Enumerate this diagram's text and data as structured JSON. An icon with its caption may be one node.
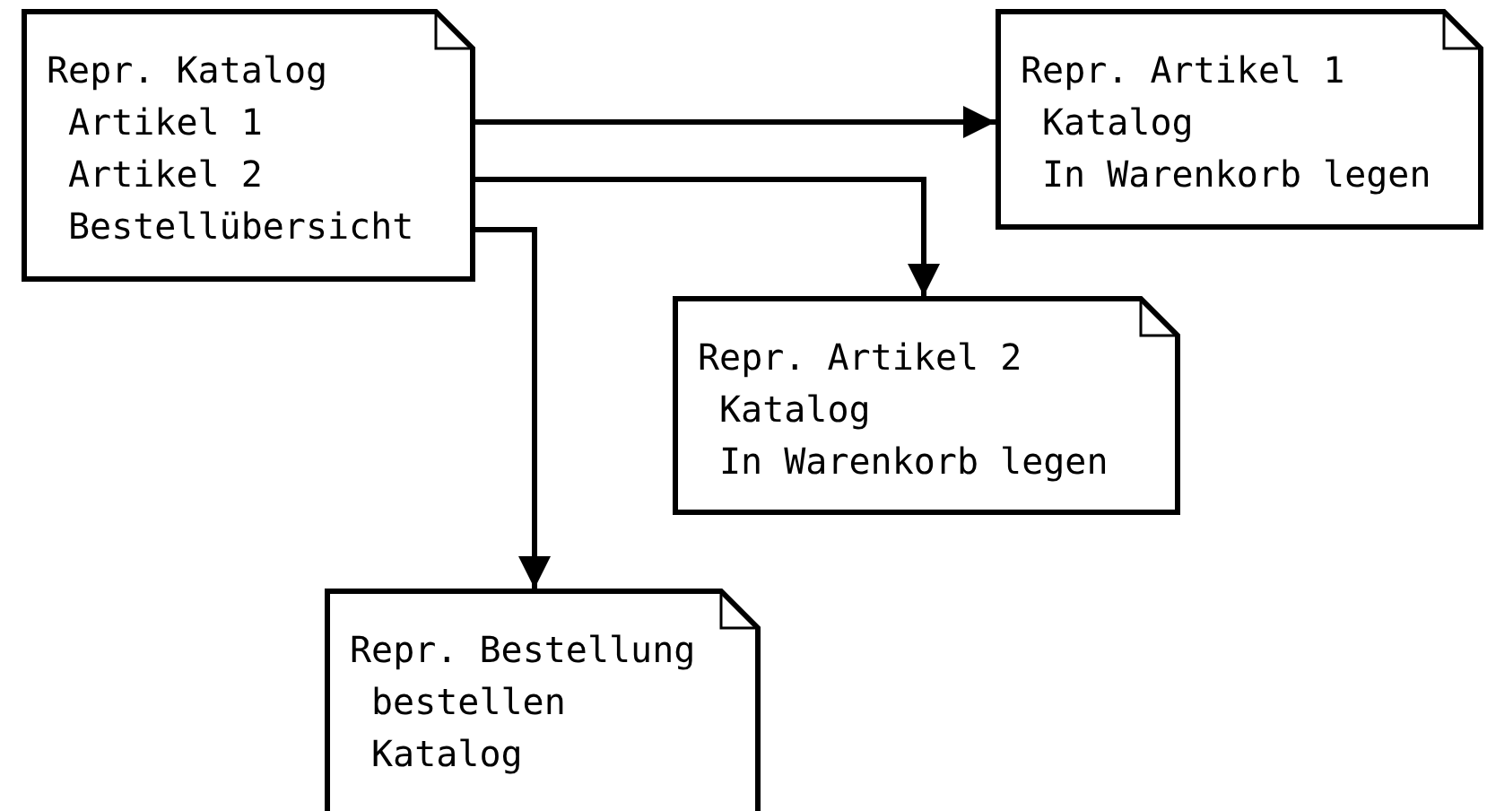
{
  "diagram": {
    "nodes": [
      {
        "text": [
          "Repr. Katalog",
          "Artikel 1",
          "Artikel 2",
          "Bestellübersicht"
        ]
      },
      {
        "text": [
          "Repr. Artikel 1",
          "Katalog",
          "In Warenkorb legen"
        ]
      },
      {
        "text": [
          "Repr. Artikel 2",
          "Katalog",
          "In Warenkorb legen"
        ]
      },
      {
        "text": [
          "Repr. Bestellung",
          "bestellen",
          "Katalog"
        ]
      }
    ],
    "edges": [
      {
        "from": 0,
        "to": 1,
        "arrow": "to"
      },
      {
        "from": 0,
        "to": 2,
        "arrow": "to"
      },
      {
        "from": 0,
        "to": 3,
        "arrow": "to"
      }
    ]
  }
}
